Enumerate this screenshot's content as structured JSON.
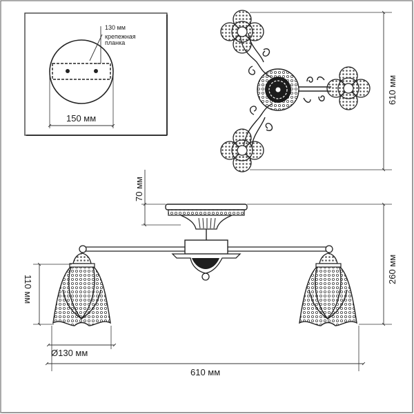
{
  "mount_detail": {
    "plate_depth_label": "130 мм",
    "bracket_label_line1": "крепежная",
    "bracket_label_line2": "планка",
    "plate_width_label": "150 мм"
  },
  "top_view": {
    "span_label": "610 мм"
  },
  "side_view": {
    "canopy_height_label": "70 мм",
    "total_height_label": "260 мм",
    "shade_height_label": "110 мм",
    "shade_diameter_label": "Ø130 мм",
    "total_width_label": "610 мм"
  }
}
